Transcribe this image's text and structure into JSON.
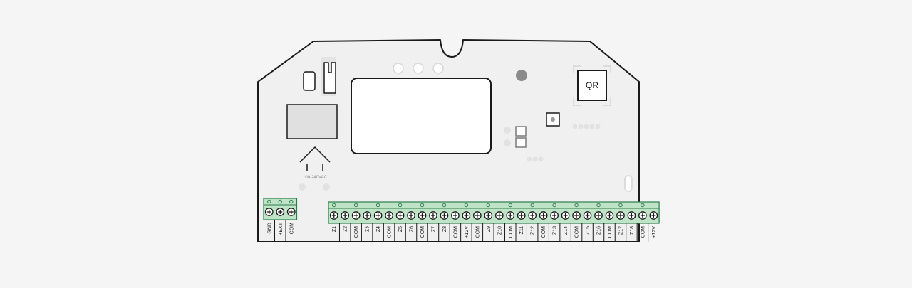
{
  "diagram": {
    "qr_label": "QR",
    "voltage_label": "100-240VAC",
    "left_terminals": [
      "GND",
      "+EXT",
      "COM"
    ],
    "main_terminals": [
      "Z1",
      "Z2",
      "COM",
      "Z3",
      "Z4",
      "COM",
      "Z5",
      "Z6",
      "COM",
      "Z7",
      "Z8",
      "COM",
      "+12V",
      "COM",
      "Z9",
      "Z10",
      "COM",
      "Z11",
      "Z12",
      "COM",
      "Z13",
      "Z14",
      "COM",
      "Z15",
      "Z16",
      "COM",
      "Z17",
      "Z18",
      "COM",
      "+12V"
    ]
  },
  "colors": {
    "background": "#f5f5f5",
    "board": "#f0f0f0",
    "outline": "#1a1a1a",
    "terminal_green": "#bfe3c6",
    "terminal_dark": "#2e7d4f",
    "led": "#ffffff",
    "grey_dot": "#8a8a8a"
  }
}
